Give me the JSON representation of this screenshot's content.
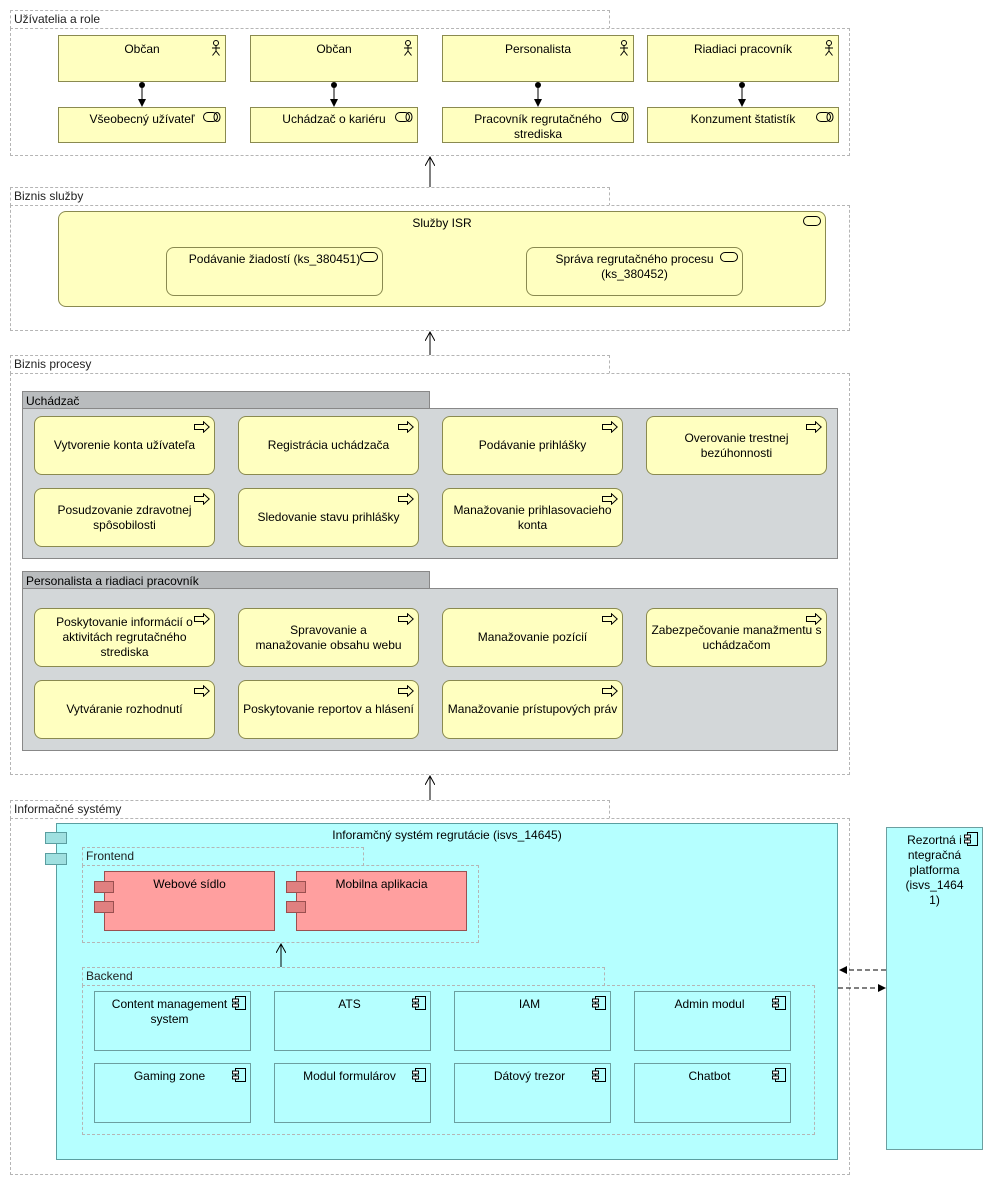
{
  "groups": {
    "users": "Užívatelia a role",
    "services": "Biznis služby",
    "processes": "Biznis procesy",
    "systems": "Informačné systémy"
  },
  "actors": [
    "Občan",
    "Občan",
    "Personalista",
    "Riadiaci pracovník"
  ],
  "roles": [
    "Všeobecný užívateľ",
    "Uchádzač o kariéru",
    "Pracovník regrutačného strediska",
    "Konzument štatistík"
  ],
  "service_container": "Služby ISR",
  "services": [
    "Podávanie žiadostí (ks_380451)",
    "Správa regrutačného procesu (ks_380452)"
  ],
  "lanes": {
    "applicant": "Uchádzač",
    "staff": "Personalista a riadiaci pracovník"
  },
  "applicant_processes": [
    "Vytvorenie konta užívateľa",
    "Registrácia uchádzača",
    "Podávanie prihlášky",
    "Overovanie trestnej bezúhonnosti",
    "Posudzovanie zdravotnej spôsobilosti",
    "Sledovanie stavu prihlášky",
    "Manažovanie prihlasovacieho konta"
  ],
  "staff_processes": [
    "Poskytovanie informácií o aktivitách regrutačného strediska",
    "Spravovanie a manažovanie obsahu webu",
    "Manažovanie pozícií",
    "Zabezpečovanie manažmentu s uchádzačom",
    "Vytváranie rozhodnutí",
    "Poskytovanie reportov a hlásení",
    "Manažovanie prístupových práv"
  ],
  "system": {
    "title": "Inforamčný systém regrutácie (isvs_14645)",
    "frontend_label": "Frontend",
    "frontend": [
      "Webové sídlo",
      "Mobilna aplikacia"
    ],
    "backend_label": "Backend",
    "backend": [
      "Content management system",
      "ATS",
      "IAM",
      "Admin modul",
      "Gaming zone",
      "Modul formulárov",
      "Dátový trezor",
      "Chatbot"
    ]
  },
  "platform": "Rezortná integračná platforma (isvs_14641)",
  "colors": {
    "business": "#ffffc0",
    "application": "#b5ffff",
    "frontend_component": "#ff9f9f",
    "lane": "#d3d7d9"
  }
}
